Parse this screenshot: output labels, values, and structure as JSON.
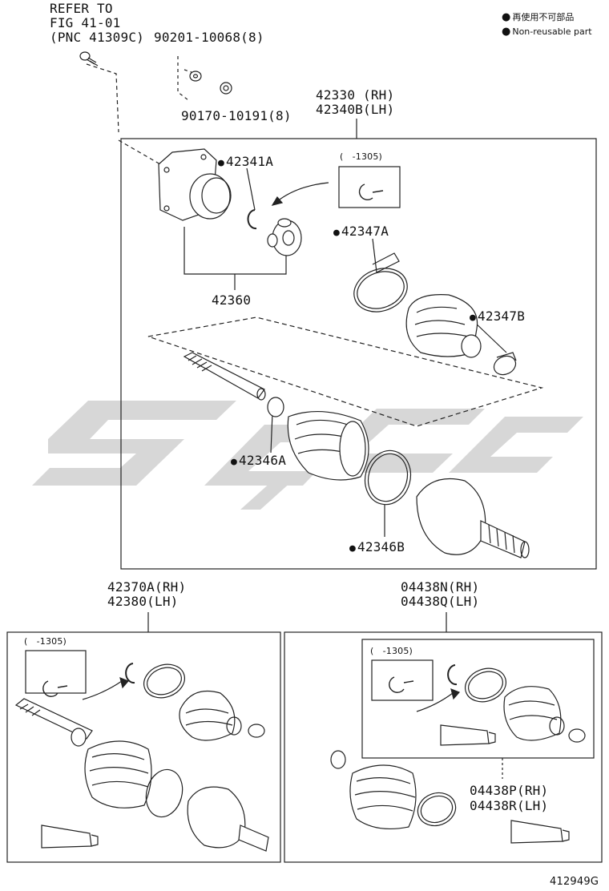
{
  "diagram_id": "412949G",
  "legend": {
    "line1": "再使用不可部品",
    "line2": "Non-reusable part"
  },
  "refer": {
    "line1": "REFER TO",
    "line2": "FIG 41-01",
    "line3": "(PNC 41309C)"
  },
  "parts": {
    "bolt": "90201-10068(8)",
    "washer": "90170-10191(8)",
    "main_rh": "42330 (RH)",
    "main_lh": "42340B(LH)",
    "p42341A": "42341A",
    "p42347A": "42347A",
    "p42347B": "42347B",
    "p42360": "42360",
    "p42346A": "42346A",
    "p42346B": "42346B",
    "inner_rh": "42370A(RH)",
    "inner_lh": "42380(LH)",
    "kit_rh": "04438N(RH)",
    "kit_lh": "04438Q(LH)",
    "kit2_rh": "04438P(RH)",
    "kit2_lh": "04438R(LH)"
  },
  "ranges": {
    "r1": "(   -1305)",
    "r2": "(   -1305)",
    "r3": "(   -1305)"
  }
}
